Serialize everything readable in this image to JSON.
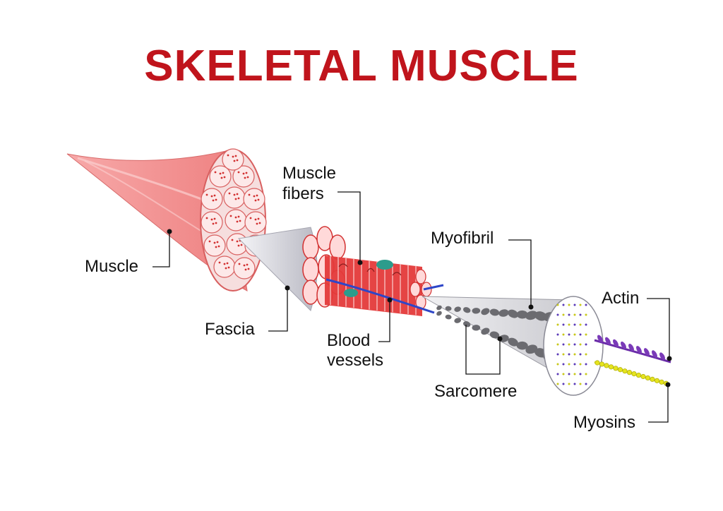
{
  "title": "SKELETAL MUSCLE",
  "labels": {
    "muscle": "Muscle",
    "fascia": "Fascia",
    "muscle_fibers_1": "Muscle",
    "muscle_fibers_2": "fibers",
    "blood_vessels_1": "Blood",
    "blood_vessels_2": "vessels",
    "myofibril": "Myofibril",
    "sarcomere": "Sarcomere",
    "actin": "Actin",
    "myosins": "Myosins"
  },
  "colors": {
    "title": "#c0141c",
    "muscle": "#f08a8a",
    "muscle_dark": "#d85f5f",
    "fiber_red": "#e02f2f",
    "fascia": "#d7d7de",
    "vessel_blue": "#2e46c8",
    "nucleus_teal": "#2c9c8c",
    "myofibril_grey": "#c8c8cc",
    "myofibril_dark": "#555555",
    "actin_purple": "#6a2ca8",
    "myosin_yellow": "#d8d61a"
  }
}
